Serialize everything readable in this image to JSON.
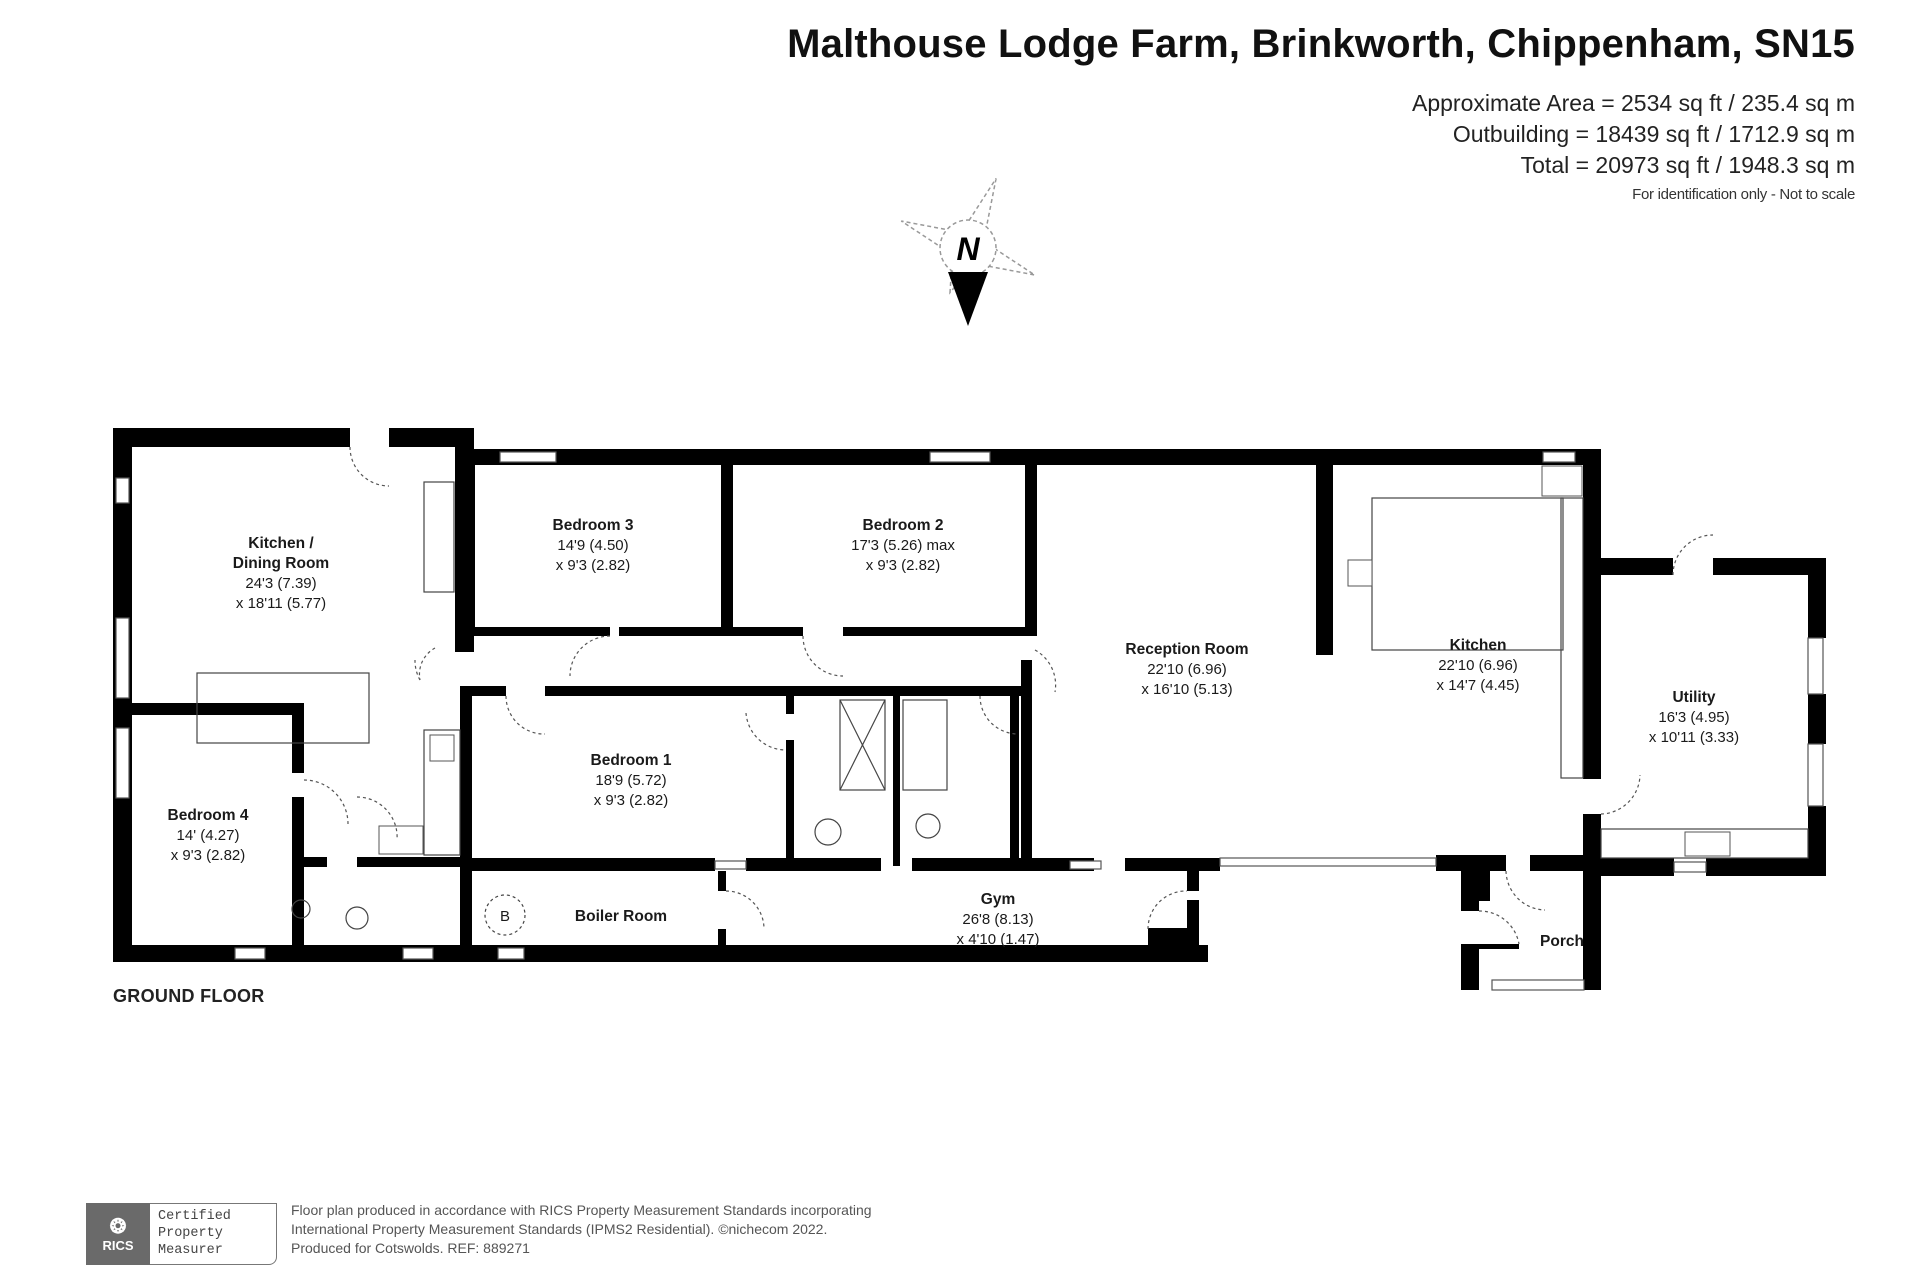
{
  "header": {
    "title": "Malthouse Lodge Farm, Brinkworth, Chippenham, SN15",
    "areas": [
      "Approximate Area = 2534 sq ft / 235.4 sq m",
      "Outbuilding = 18439 sq ft / 1712.9 sq m",
      "Total = 20973 sq ft / 1948.3 sq m"
    ],
    "note": "For identification only - Not to scale"
  },
  "compass": {
    "label": "N",
    "icon": "north-compass-icon"
  },
  "floor": {
    "label": "GROUND FLOOR",
    "rooms": [
      {
        "name": "Kitchen /",
        "name2": "Dining Room",
        "dim1": "24'3 (7.39)",
        "dim2": "x 18'11 (5.77)"
      },
      {
        "name": "Bedroom 3",
        "dim1": "14'9 (4.50)",
        "dim2": "x 9'3 (2.82)"
      },
      {
        "name": "Bedroom 2",
        "dim1": "17'3 (5.26) max",
        "dim2": "x 9'3 (2.82)"
      },
      {
        "name": "Reception Room",
        "dim1": "22'10 (6.96)",
        "dim2": "x 16'10 (5.13)"
      },
      {
        "name": "Kitchen",
        "dim1": "22'10 (6.96)",
        "dim2": "x 14'7 (4.45)"
      },
      {
        "name": "Utility",
        "dim1": "16'3 (4.95)",
        "dim2": "x 10'11 (3.33)"
      },
      {
        "name": "Bedroom 1",
        "dim1": "18'9 (5.72)",
        "dim2": "x 9'3 (2.82)"
      },
      {
        "name": "Bedroom 4",
        "dim1": "14' (4.27)",
        "dim2": "x 9'3 (2.82)"
      },
      {
        "name": "Boiler Room"
      },
      {
        "name": "Gym",
        "dim1": "26'8 (8.13)",
        "dim2": "x 4'10 (1.47)"
      },
      {
        "name": "Porch"
      }
    ],
    "boiler_symbol": "B"
  },
  "footer": {
    "logo_text": "RICS",
    "cert_lines": [
      "Certified",
      "Property",
      "Measurer"
    ],
    "lines": [
      "Floor plan produced in accordance with RICS Property Measurement Standards incorporating",
      "International Property Measurement Standards (IPMS2 Residential).  ©nichecom 2022.",
      "Produced for Cotswolds.   REF: 889271"
    ]
  }
}
